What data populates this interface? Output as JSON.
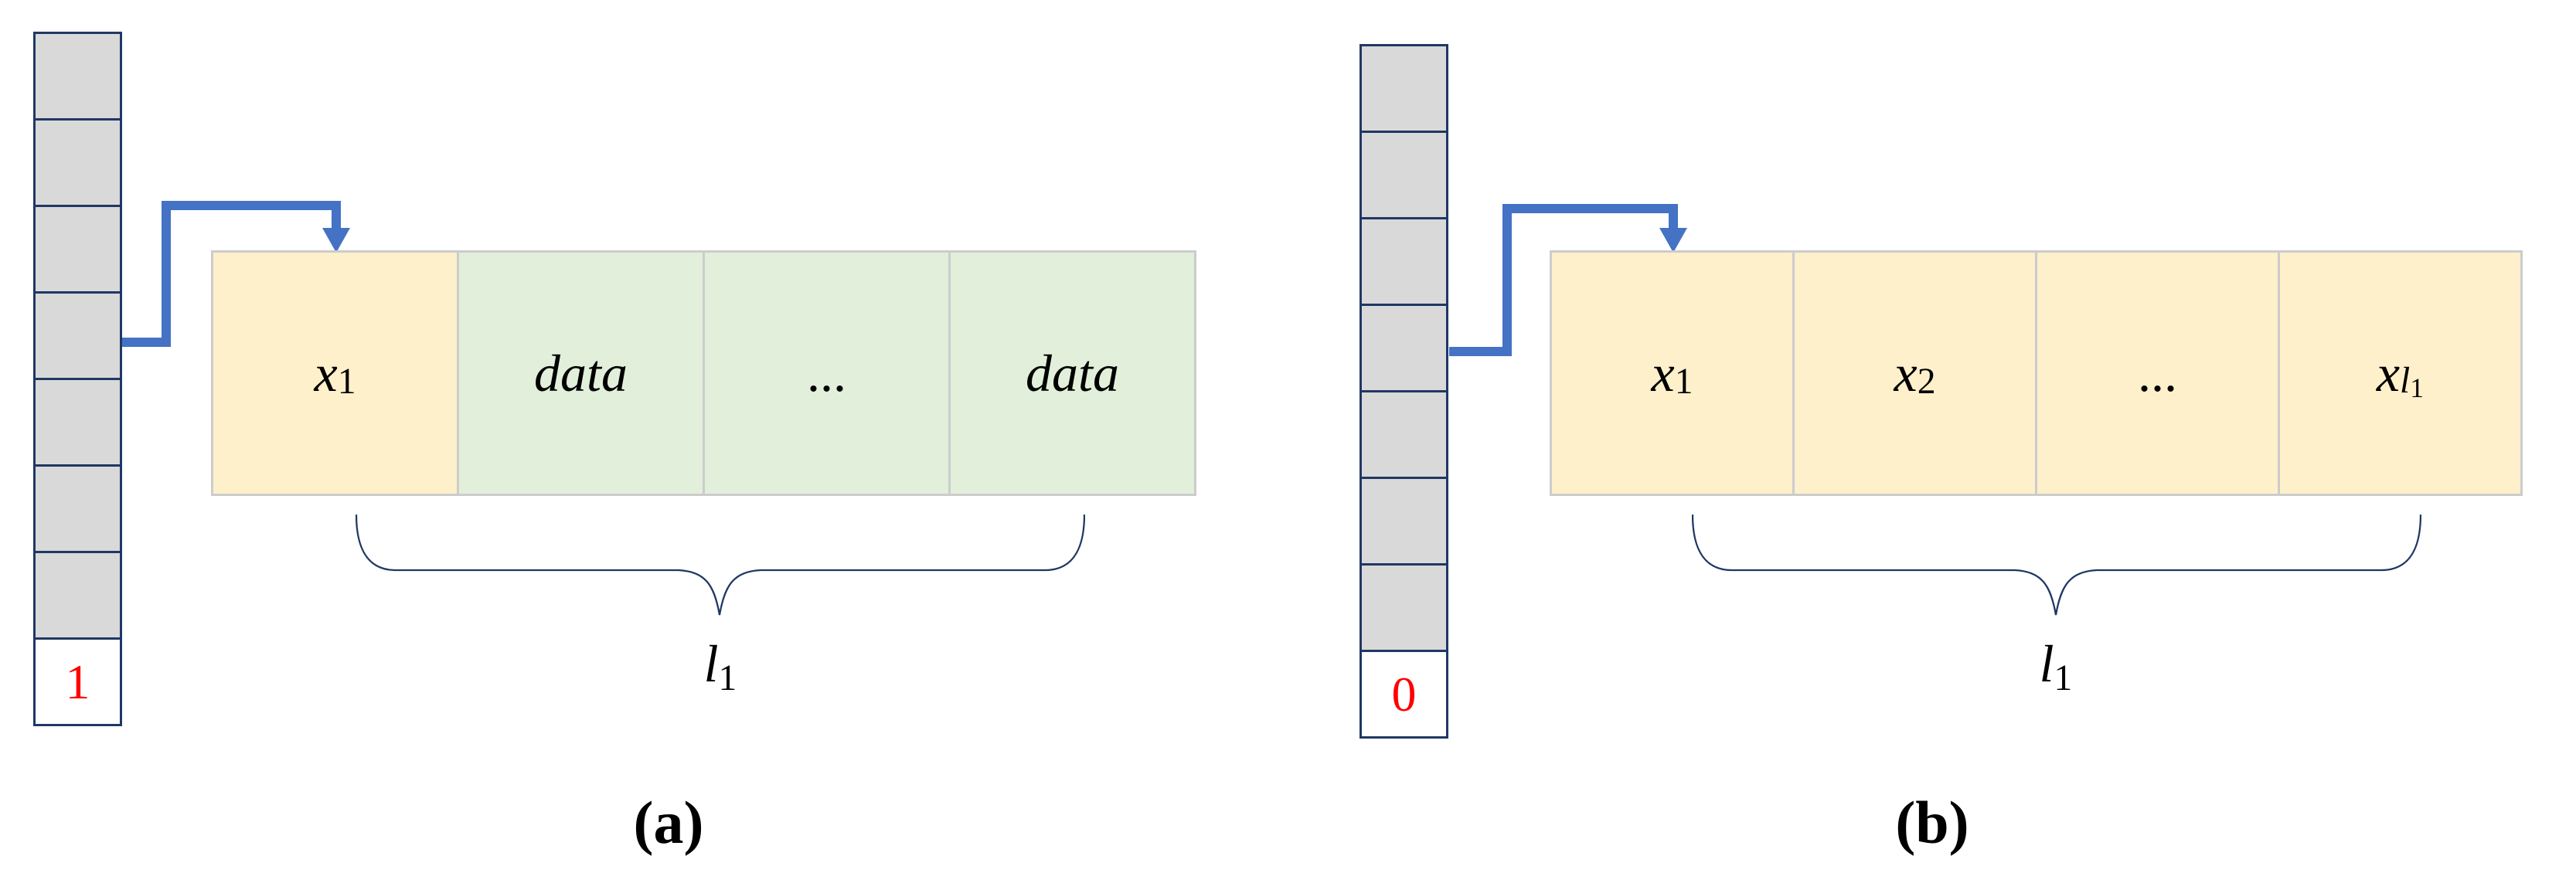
{
  "figure": {
    "colors": {
      "background": "#ffffff",
      "stack_fill": "#d9d9d9",
      "stack_border": "#1f3864",
      "flag_text": "#ff0000",
      "cell_yellow": "#fdf0cb",
      "cell_green": "#e2efda",
      "cell_border": "#cccccc",
      "arrow_blue": "#4472c4",
      "brace_navy": "#1f3864",
      "label_text": "#000000"
    },
    "diagrams": [
      {
        "id": "a",
        "caption": "(a)",
        "stack": {
          "gray_cells": 7,
          "flag": {
            "value": "1"
          }
        },
        "pointer": "elbow-arrow",
        "array": {
          "cells": [
            {
              "fill": "yellow",
              "label": {
                "base": "x",
                "base_italic": true,
                "sub": "1"
              }
            },
            {
              "fill": "green",
              "label": {
                "base": "data",
                "base_italic": true
              }
            },
            {
              "fill": "green",
              "label": {
                "base": "...",
                "base_italic": false
              }
            },
            {
              "fill": "green",
              "label": {
                "base": "data",
                "base_italic": true
              }
            }
          ]
        },
        "brace_label": {
          "base": "l",
          "base_italic": true,
          "sub": "1"
        }
      },
      {
        "id": "b",
        "caption": "(b)",
        "stack": {
          "gray_cells": 7,
          "flag": {
            "value": "0"
          }
        },
        "pointer": "elbow-arrow",
        "array": {
          "cells": [
            {
              "fill": "yellow",
              "label": {
                "base": "x",
                "base_italic": true,
                "sub": "1"
              }
            },
            {
              "fill": "yellow",
              "label": {
                "base": "x",
                "base_italic": true,
                "sub": "2"
              }
            },
            {
              "fill": "yellow",
              "label": {
                "base": "...",
                "base_italic": false
              }
            },
            {
              "fill": "yellow",
              "label": {
                "base": "x",
                "base_italic": true,
                "sub": "l",
                "sub_italic": true,
                "subsub": "1"
              }
            }
          ]
        },
        "brace_label": {
          "base": "l",
          "base_italic": true,
          "sub": "1"
        }
      }
    ]
  }
}
